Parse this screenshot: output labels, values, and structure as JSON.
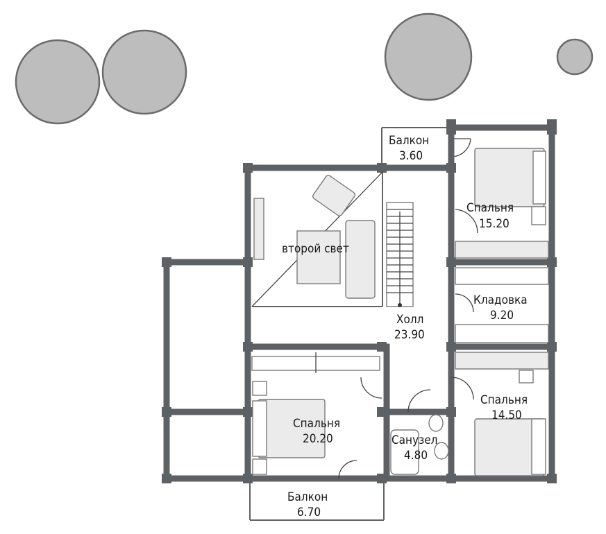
{
  "rooms": [
    {
      "id": "balcony-top",
      "name": "Балкон",
      "area": "3.60"
    },
    {
      "id": "bedroom-ne",
      "name": "Спальня",
      "area": "15.20"
    },
    {
      "id": "second-light",
      "name": "второй свет",
      "area": ""
    },
    {
      "id": "storage",
      "name": "Кладовка",
      "area": "9.20"
    },
    {
      "id": "hall",
      "name": "Холл",
      "area": "23.90"
    },
    {
      "id": "bedroom-se",
      "name": "Спальня",
      "area": "14.50"
    },
    {
      "id": "bedroom-sw",
      "name": "Спальня",
      "area": "20.20"
    },
    {
      "id": "bathroom",
      "name": "Санузел",
      "area": "4.80"
    },
    {
      "id": "balcony-bottom",
      "name": "Балкон",
      "area": "6.70"
    }
  ],
  "colors": {
    "wall": "#5e6163",
    "furniture": "#ebebeb",
    "tree": "#bdbdbd"
  }
}
